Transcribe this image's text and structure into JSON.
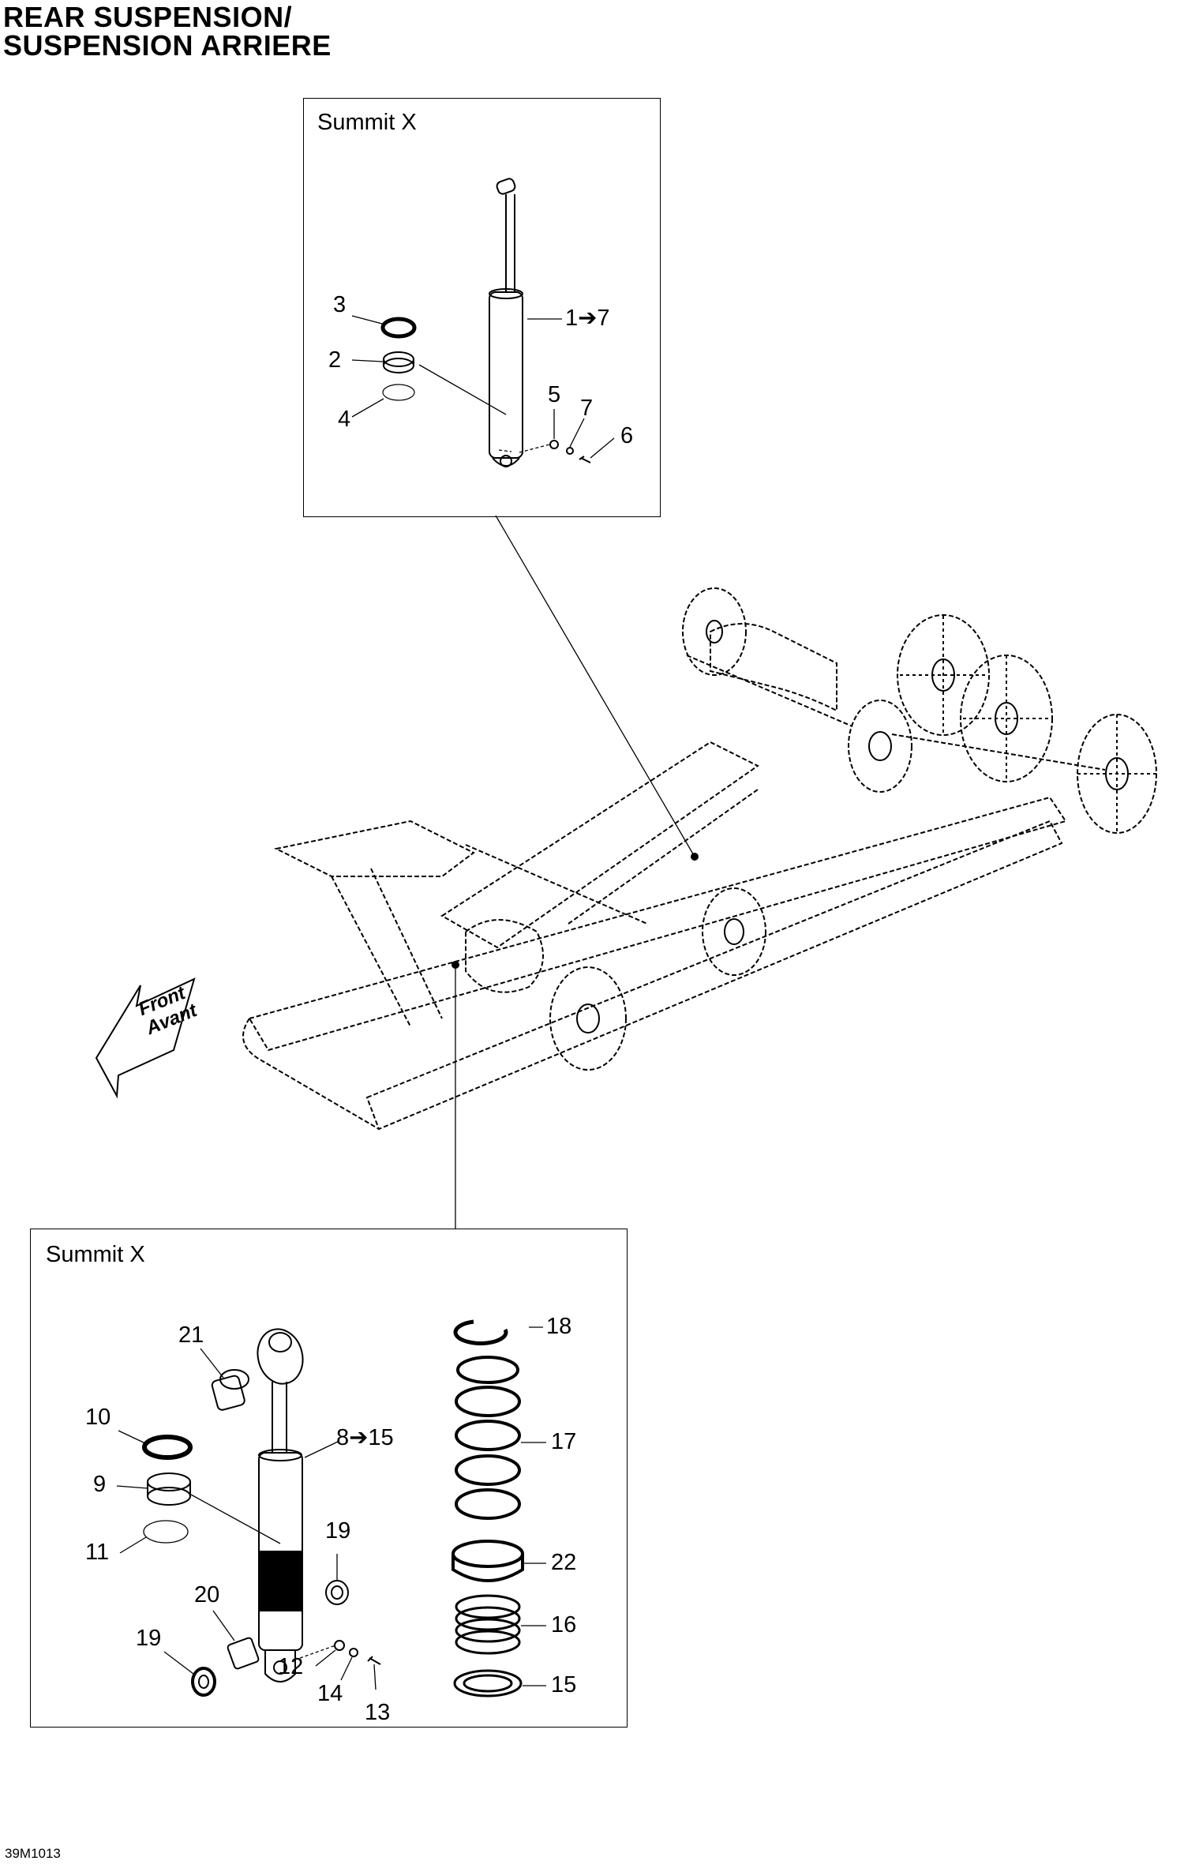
{
  "title": {
    "line1": "REAR SUSPENSION/",
    "line2": "SUSPENSION ARRIERE"
  },
  "diagram_code": "39M1013",
  "front_arrow": {
    "line1": "Front",
    "line2": "Avant"
  },
  "upper_panel": {
    "label": "Summit X",
    "callouts": {
      "c1": "1➔7",
      "c2": "2",
      "c3": "3",
      "c4": "4",
      "c5": "5",
      "c6": "6",
      "c7": "7"
    }
  },
  "lower_panel": {
    "label": "Summit X",
    "callouts": {
      "c8": "8➔15",
      "c9": "9",
      "c10": "10",
      "c11": "11",
      "c12": "12",
      "c13": "13",
      "c14": "14",
      "c15": "15",
      "c16": "16",
      "c17": "17",
      "c18": "18",
      "c19a": "19",
      "c19b": "19",
      "c20": "20",
      "c21": "21",
      "c22": "22"
    }
  }
}
